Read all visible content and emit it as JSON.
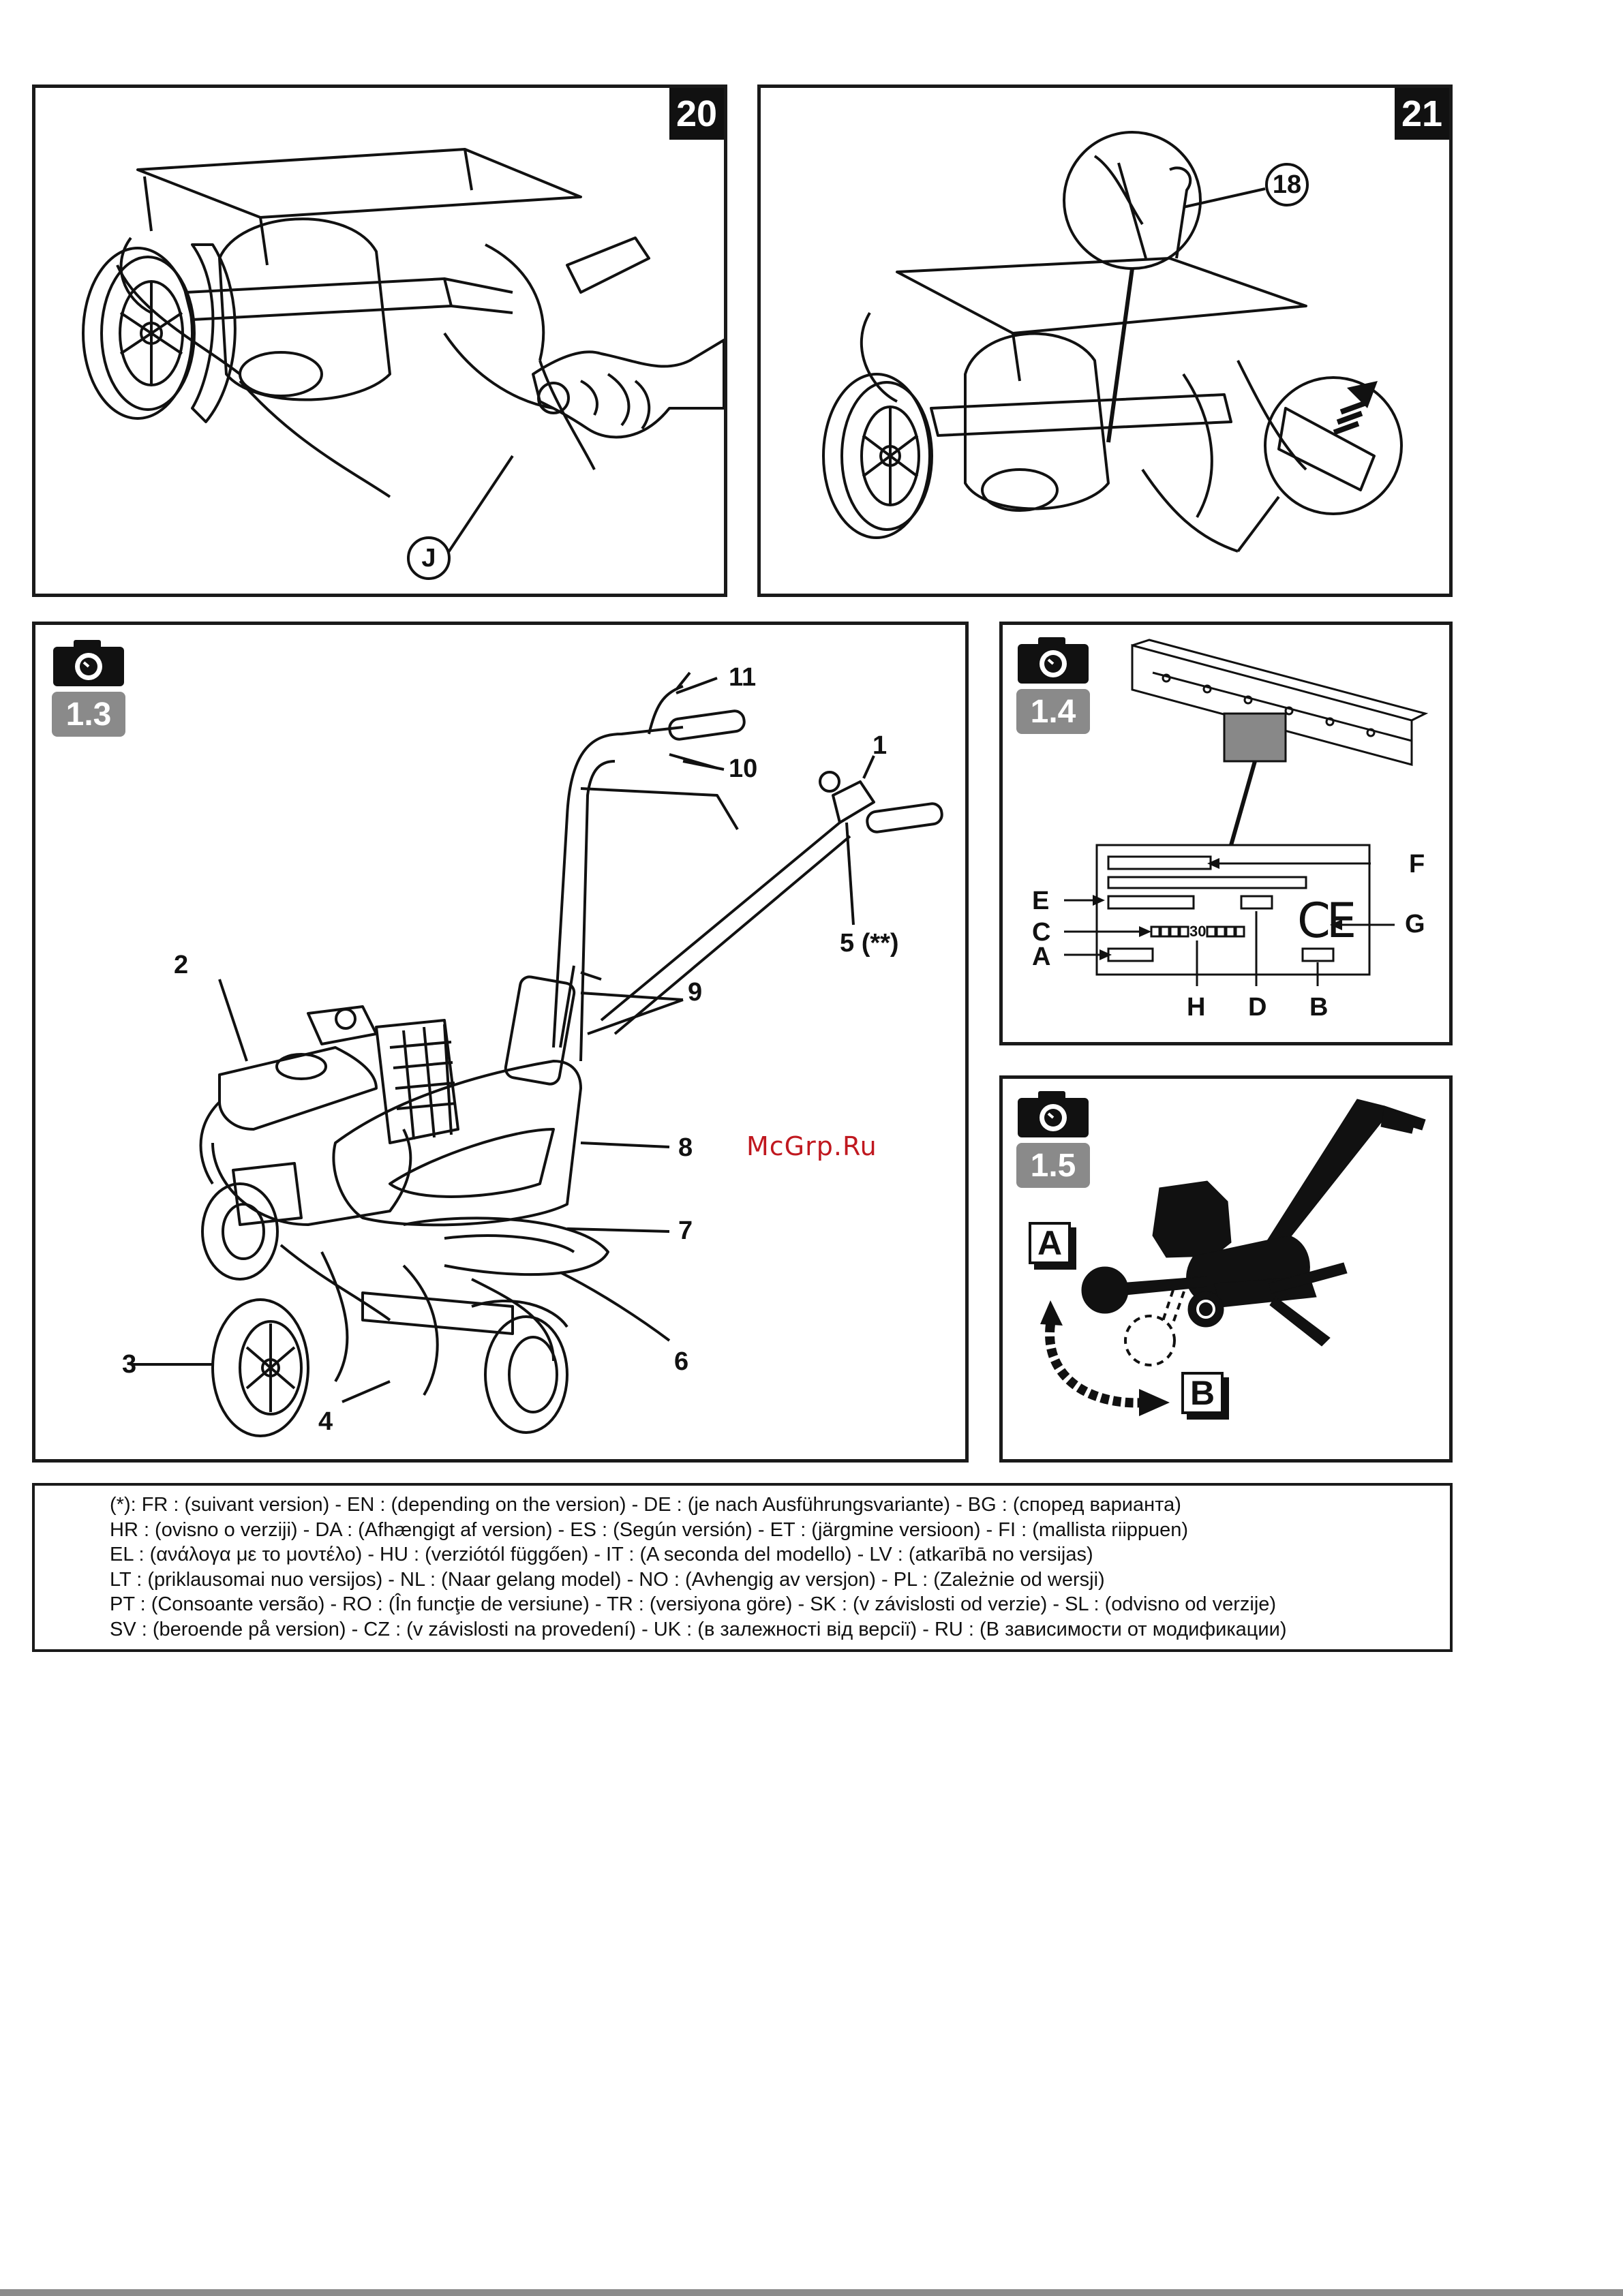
{
  "figures": {
    "fig20": {
      "number": "20",
      "callouts": {
        "J": "J"
      }
    },
    "fig21": {
      "number": "21",
      "callouts": {
        "part_18": "18"
      }
    },
    "fig13": {
      "badge": "1.3",
      "callouts": {
        "c1": "1",
        "c2": "2",
        "c3": "3",
        "c4": "4",
        "c5": "5 (**)",
        "c6": "6",
        "c7": "7",
        "c8": "8",
        "c9": "9",
        "c10": "10",
        "c11": "11"
      }
    },
    "fig14": {
      "badge": "1.4",
      "labels": {
        "A": "A",
        "B": "B",
        "C": "C",
        "D": "D",
        "E": "E",
        "F": "F",
        "G": "G",
        "H": "H"
      },
      "serial_digits": "30",
      "ce_mark": "CE"
    },
    "fig15": {
      "badge": "1.5",
      "labels": {
        "A": "A",
        "B": "B"
      }
    }
  },
  "watermark": "McGrp.Ru",
  "notes": [
    "(*): FR : (suivant version) - EN : (depending on the version) - DE : (je nach Ausführungsvariante) - BG : (според варианта)",
    "HR : (ovisno o verziji) - DA : (Afhængigt af version) - ES : (Según versión) - ET : (järgmine versioon) - FI : (mallista riippuen)",
    "EL : (ανάλογα με το μοντέλο) - HU : (verziótól függően) - IT : (A seconda del modello) - LV : (atkarībā no versijas)",
    "LT : (priklausomai nuo versijos) - NL : (Naar gelang model) - NO : (Avhengig av versjon) - PL : (Zależnie od wersji)",
    "PT : (Consoante versão) - RO : (În funcţie de versiune) - TR : (versiyona göre) - SK : (v závislosti od verzie) - SL : (odvisno od verzije)",
    "SV : (beroende på version) - CZ : (v závislosti na provedení) - UK : (в залежності від версії) - RU : (В зависимости от модификации)"
  ]
}
